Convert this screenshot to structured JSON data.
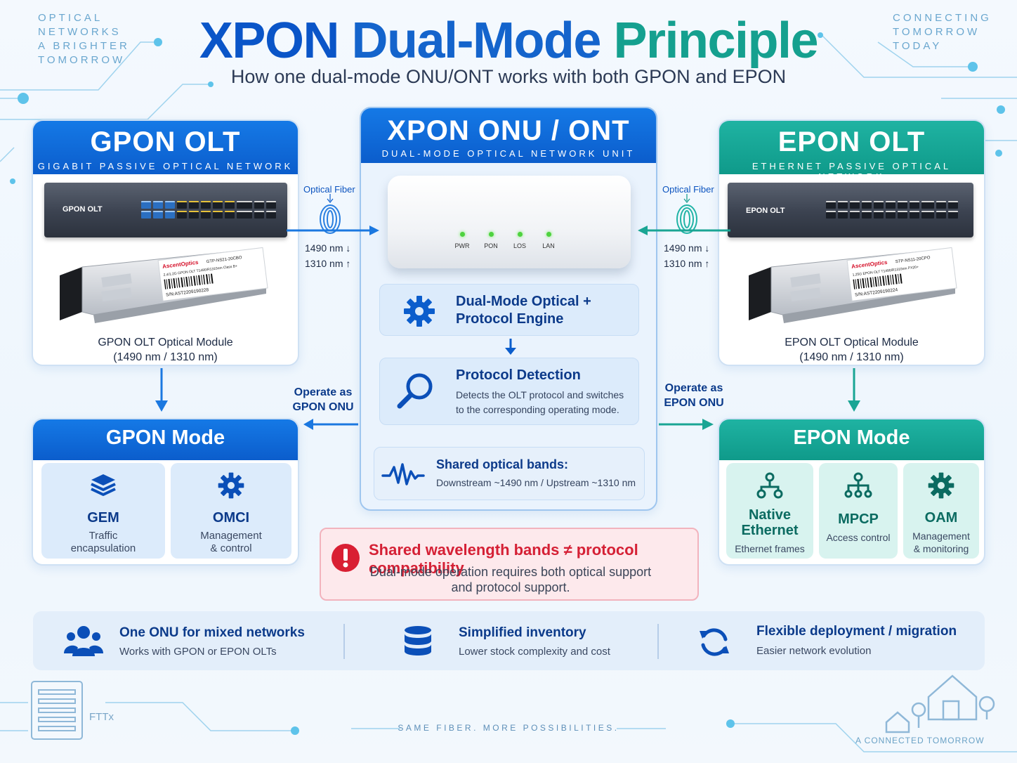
{
  "corners": {
    "top_left": "OPTICAL\nNETWORKS\nA BRIGHTER\nTOMORROW",
    "top_right": "CONNECTING\nTOMORROW\nTODAY"
  },
  "title": {
    "part1": "XPON",
    "part2": "Dual-Mode",
    "part3": "Principle"
  },
  "subtitle": "How one dual-mode ONU/ONT works with both GPON and EPON",
  "gpon_olt": {
    "title": "GPON OLT",
    "subtitle": "GIGABIT PASSIVE OPTICAL NETWORK",
    "device_label": "GPON OLT",
    "module_caption_line1": "GPON OLT Optical Module",
    "module_caption_line2": "(1490 nm / 1310 nm)",
    "sfp_brand": "AscentOptics",
    "sfp_model": "GTP-NS21-20CBO",
    "sfp_spec": "2.4/1.2G GPON OLT T1490/R1310nm Class B+",
    "sfp_serial": "S/N:AST2209190228"
  },
  "epon_olt": {
    "title": "EPON OLT",
    "subtitle": "ETHERNET PASSIVE OPTICAL NETWORK",
    "device_label": "EPON OLT",
    "module_caption_line1": "EPON OLT Optical Module",
    "module_caption_line2": "(1490 nm / 1310 nm)",
    "sfp_brand": "AscentOptics",
    "sfp_model": "STP-NS11-20CPO",
    "sfp_spec": "1.25G EPON OLT T1490/R1310nm PX20+",
    "sfp_serial": "S/N:AST2209190224"
  },
  "fiber_left": {
    "label": "Optical Fiber",
    "down": "1490 nm ↓",
    "up": "1310 nm ↑"
  },
  "fiber_right": {
    "label": "Optical Fiber",
    "down": "1490 nm ↓",
    "up": "1310 nm ↑"
  },
  "onu": {
    "title": "XPON ONU / ONT",
    "subtitle": "DUAL-MODE OPTICAL NETWORK UNIT",
    "leds": [
      "PWR",
      "PON",
      "LOS",
      "LAN"
    ],
    "engine_line1": "Dual-Mode Optical +",
    "engine_line2": "Protocol Engine",
    "detect_title": "Protocol Detection",
    "detect_line1": "Detects the OLT protocol and switches",
    "detect_line2": "to the corresponding operating mode.",
    "bands_title": "Shared optical bands:",
    "bands_text": "Downstream ~1490 nm / Upstream ~1310 nm"
  },
  "operate_left": {
    "line1": "Operate as",
    "line2": "GPON ONU"
  },
  "operate_right": {
    "line1": "Operate as",
    "line2": "EPON ONU"
  },
  "gpon_mode": {
    "title": "GPON Mode",
    "tiles": [
      {
        "title": "GEM",
        "line1": "Traffic",
        "line2": "encapsulation"
      },
      {
        "title": "OMCI",
        "line1": "Management",
        "line2": "& control"
      }
    ]
  },
  "epon_mode": {
    "title": "EPON Mode",
    "tiles": [
      {
        "title1": "Native",
        "title2": "Ethernet",
        "line1": "Ethernet frames"
      },
      {
        "title1": "MPCP",
        "line1": "Access control"
      },
      {
        "title1": "OAM",
        "line1": "Management",
        "line2": "& monitoring"
      }
    ]
  },
  "warning": {
    "title": "Shared wavelength bands ≠ protocol compatibility",
    "line1": "Dual-mode operation requires both optical support",
    "line2": "and protocol support."
  },
  "benefits": [
    {
      "title": "One ONU for mixed networks",
      "text": "Works with GPON or EPON OLTs"
    },
    {
      "title": "Simplified inventory",
      "text": "Lower stock complexity and cost"
    },
    {
      "title": "Flexible deployment / migration",
      "text": "Easier network evolution"
    }
  ],
  "footer": "SAME FIBER. MORE POSSIBILITIES.",
  "fttx": "FTTx",
  "connected": "A CONNECTED TOMORROW",
  "colors": {
    "blue": "#0b5dcc",
    "teal": "#0f9a8a",
    "warning_red": "#d52035"
  }
}
